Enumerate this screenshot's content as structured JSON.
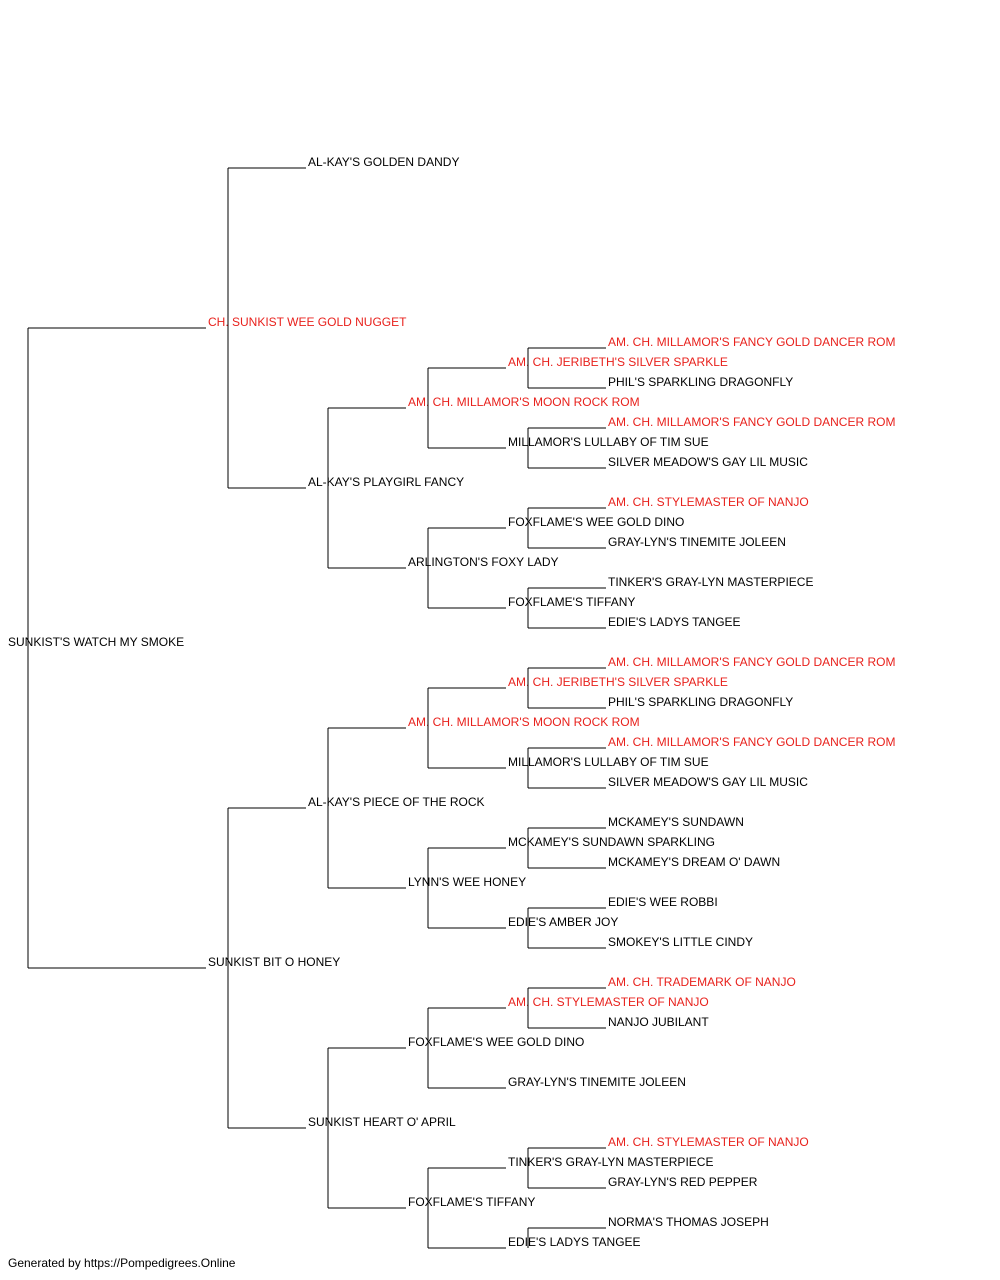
{
  "colors": {
    "champion": "#e8211c",
    "normal": "#000000",
    "line": "#000000"
  },
  "footer": "Generated by https://Pompedigrees.Online",
  "pedigree": {
    "name": "SUNKIST'S WATCH MY SMOKE",
    "champion": false,
    "sire": {
      "name": "CH. SUNKIST WEE GOLD NUGGET",
      "champion": true,
      "sire": {
        "name": "AL-KAY'S GOLDEN DANDY",
        "champion": false
      },
      "dam": {
        "name": "AL-KAY'S PLAYGIRL FANCY",
        "champion": false,
        "sire": {
          "name": "AM. CH. MILLAMOR'S MOON ROCK ROM",
          "champion": true,
          "sire": {
            "name": "AM. CH. JERIBETH'S SILVER SPARKLE",
            "champion": true,
            "sire": {
              "name": "AM. CH. MILLAMOR'S FANCY GOLD DANCER ROM",
              "champion": true
            },
            "dam": {
              "name": "PHIL'S SPARKLING DRAGONFLY",
              "champion": false
            }
          },
          "dam": {
            "name": "MILLAMOR'S LULLABY OF TIM SUE",
            "champion": false,
            "sire": {
              "name": "AM. CH. MILLAMOR'S FANCY GOLD DANCER ROM",
              "champion": true
            },
            "dam": {
              "name": "SILVER MEADOW'S GAY LIL MUSIC",
              "champion": false
            }
          }
        },
        "dam": {
          "name": "ARLINGTON'S FOXY LADY",
          "champion": false,
          "sire": {
            "name": "FOXFLAME'S WEE GOLD DINO",
            "champion": false,
            "sire": {
              "name": "AM. CH. STYLEMASTER OF NANJO",
              "champion": true
            },
            "dam": {
              "name": "GRAY-LYN'S TINEMITE JOLEEN",
              "champion": false
            }
          },
          "dam": {
            "name": "FOXFLAME'S TIFFANY",
            "champion": false,
            "sire": {
              "name": "TINKER'S GRAY-LYN MASTERPIECE",
              "champion": false
            },
            "dam": {
              "name": "EDIE'S LADYS TANGEE",
              "champion": false
            }
          }
        }
      }
    },
    "dam": {
      "name": "SUNKIST BIT O HONEY",
      "champion": false,
      "sire": {
        "name": "AL-KAY'S PIECE OF THE ROCK",
        "champion": false,
        "sire": {
          "name": "AM. CH. MILLAMOR'S MOON ROCK ROM",
          "champion": true,
          "sire": {
            "name": "AM. CH. JERIBETH'S SILVER SPARKLE",
            "champion": true,
            "sire": {
              "name": "AM. CH. MILLAMOR'S FANCY GOLD DANCER ROM",
              "champion": true
            },
            "dam": {
              "name": "PHIL'S SPARKLING DRAGONFLY",
              "champion": false
            }
          },
          "dam": {
            "name": "MILLAMOR'S LULLABY OF TIM SUE",
            "champion": false,
            "sire": {
              "name": "AM. CH. MILLAMOR'S FANCY GOLD DANCER ROM",
              "champion": true
            },
            "dam": {
              "name": "SILVER MEADOW'S GAY LIL MUSIC",
              "champion": false
            }
          }
        },
        "dam": {
          "name": "LYNN'S WEE HONEY",
          "champion": false,
          "sire": {
            "name": "MCKAMEY'S SUNDAWN SPARKLING",
            "champion": false,
            "sire": {
              "name": "MCKAMEY'S SUNDAWN",
              "champion": false
            },
            "dam": {
              "name": "MCKAMEY'S DREAM O' DAWN",
              "champion": false
            }
          },
          "dam": {
            "name": "EDIE'S AMBER JOY",
            "champion": false,
            "sire": {
              "name": "EDIE'S WEE ROBBI",
              "champion": false
            },
            "dam": {
              "name": "SMOKEY'S LITTLE CINDY",
              "champion": false
            }
          }
        }
      },
      "dam": {
        "name": "SUNKIST HEART O' APRIL",
        "champion": false,
        "sire": {
          "name": "FOXFLAME'S WEE GOLD DINO",
          "champion": false,
          "sire": {
            "name": "AM. CH. STYLEMASTER OF NANJO",
            "champion": true,
            "sire": {
              "name": "AM. CH. TRADEMARK OF NANJO",
              "champion": true
            },
            "dam": {
              "name": "NANJO JUBILANT",
              "champion": false
            }
          },
          "dam": {
            "name": "GRAY-LYN'S TINEMITE JOLEEN",
            "champion": false
          }
        },
        "dam": {
          "name": "FOXFLAME'S TIFFANY",
          "champion": false,
          "sire": {
            "name": "TINKER'S GRAY-LYN MASTERPIECE",
            "champion": false,
            "sire": {
              "name": "AM. CH. STYLEMASTER OF NANJO",
              "champion": true
            },
            "dam": {
              "name": "GRAY-LYN'S RED PEPPER",
              "champion": false
            }
          },
          "dam": {
            "name": "EDIE'S LADYS TANGEE",
            "champion": false,
            "sire": {
              "name": "NORMA'S THOMAS JOSEPH",
              "champion": false
            }
          }
        }
      }
    }
  }
}
